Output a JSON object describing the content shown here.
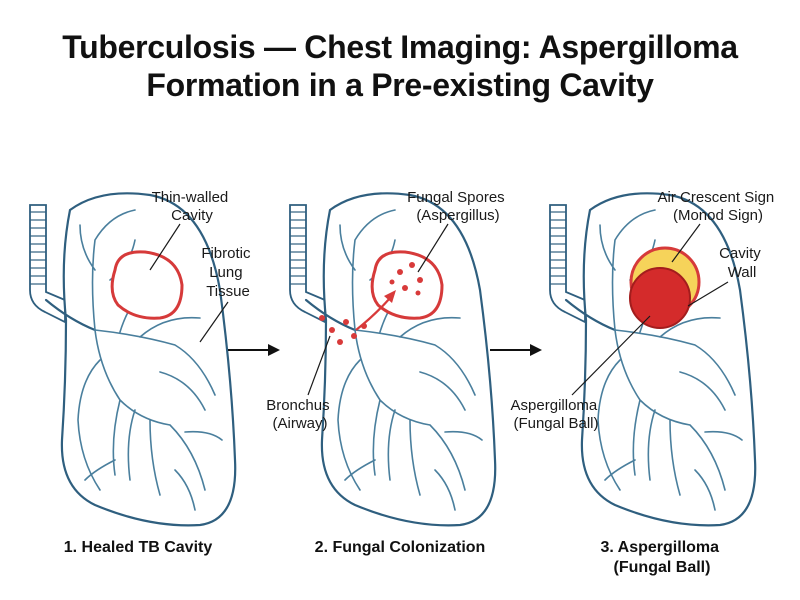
{
  "title": {
    "line1": "Tuberculosis — Chest Imaging: Aspergilloma",
    "line2": "Formation in a Pre-existing Cavity"
  },
  "panels": [
    {
      "caption": [
        "1. Healed TB Cavity"
      ],
      "labels": {
        "cavity": [
          "Thin-walled",
          "Cavity"
        ],
        "fibrotic": [
          "Fibrotic",
          "Lung",
          "Tissue"
        ]
      }
    },
    {
      "caption": [
        "2. Fungal Colonization"
      ],
      "labels": {
        "spores": [
          "Fungal Spores",
          "(Aspergillus)"
        ],
        "bronchus": [
          "Bronchus",
          "(Airway)"
        ]
      }
    },
    {
      "caption": [
        "3. Aspergilloma",
        "(Fungal Ball)"
      ],
      "labels": {
        "crescent": [
          "Air Crescent Sign",
          "(Monod Sign)"
        ],
        "wall": [
          "Cavity",
          "Wall"
        ],
        "ball": [
          "Aspergilloma",
          "(Fungal Ball)"
        ]
      }
    }
  ],
  "colors": {
    "outline": "#2f5f7f",
    "cavity_red": "#d63a3a",
    "crescent_yellow": "#f6d35a",
    "spore_red": "#d83a3a"
  }
}
